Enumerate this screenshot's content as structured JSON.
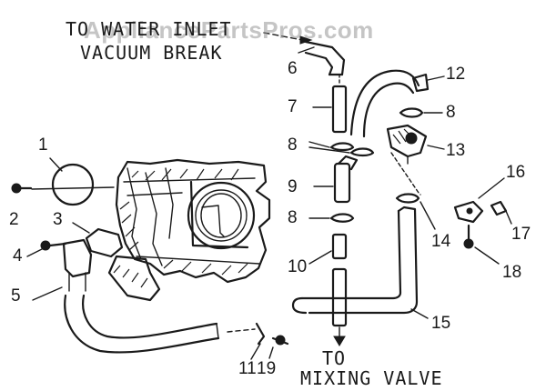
{
  "watermark": "AppliancePartsPros.com",
  "captions": {
    "inlet_line1": "TO WATER INLET",
    "inlet_line2": "VACUUM BREAK",
    "outlet_line1": "TO",
    "outlet_line2": "MIXING VALVE"
  },
  "callouts": [
    "1",
    "2",
    "3",
    "4",
    "5",
    "6",
    "7",
    "8",
    "8",
    "8",
    "9",
    "10",
    "11",
    "12",
    "13",
    "14",
    "15",
    "16",
    "17",
    "18",
    "19"
  ],
  "colors": {
    "ink": "#1a1a1a",
    "paper": "#ffffff",
    "watermark": "#969696"
  }
}
